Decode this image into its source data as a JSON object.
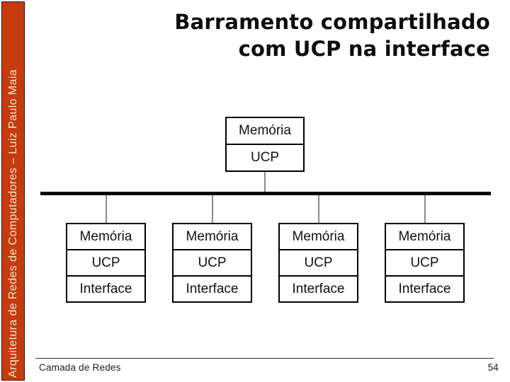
{
  "slide": {
    "sidebar_text": "Arquitetura de Redes de Computadores – Luiz Paulo Maia",
    "title_line1": "Barramento compartilhado",
    "title_line2": "com UCP na interface",
    "footer": {
      "left_text": "Camada de Redes",
      "page_number": "54"
    }
  },
  "diagram": {
    "type": "bus-architecture",
    "bus_host_node": {
      "rows": [
        "Memória",
        "UCP"
      ]
    },
    "device_nodes": [
      {
        "rows": [
          "Memória",
          "UCP",
          "Interface"
        ]
      },
      {
        "rows": [
          "Memória",
          "UCP",
          "Interface"
        ]
      },
      {
        "rows": [
          "Memória",
          "UCP",
          "Interface"
        ]
      },
      {
        "rows": [
          "Memória",
          "UCP",
          "Interface"
        ]
      }
    ]
  },
  "colors": {
    "sidebar_bg": "#c63a10",
    "sidebar_text": "#eee8c7",
    "bus_line": "#000000",
    "connector": "#8a8a8a",
    "box_border": "#000000",
    "title_text": "#0d0d0d"
  }
}
